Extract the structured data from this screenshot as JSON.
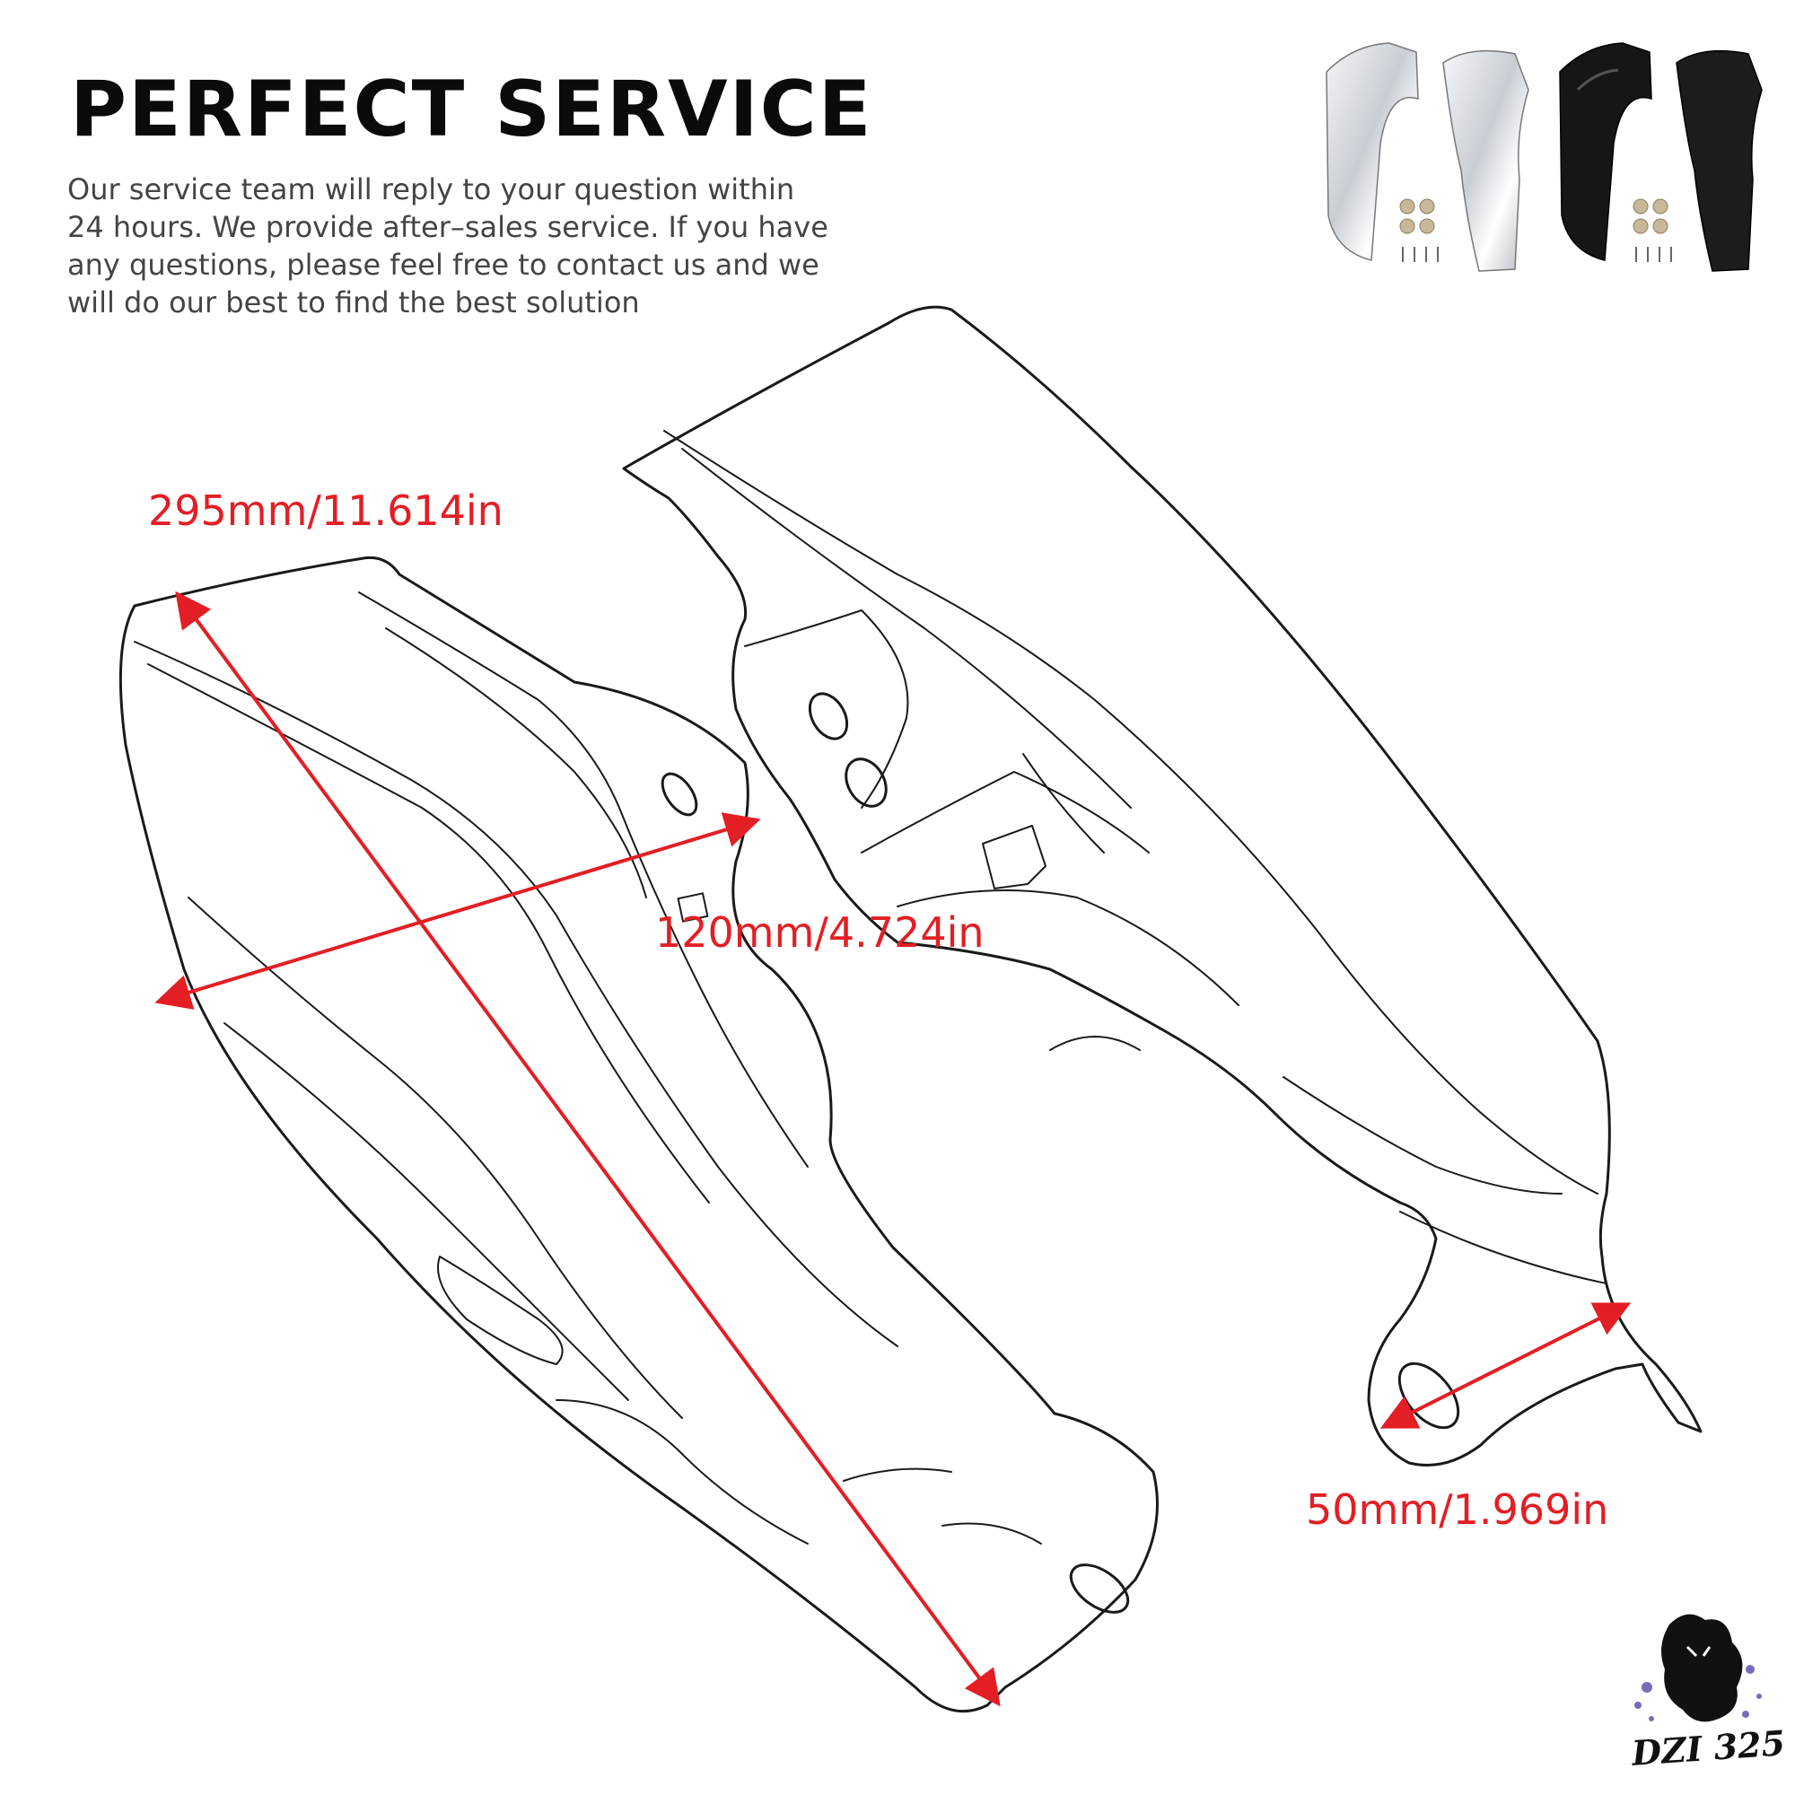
{
  "header": {
    "title": "PERFECT SERVICE",
    "description": "Our service team will  reply to your question  within 24 hours. We provide after–sales service. If you  have any questions, please feel free to  contact us  and we  will do our best to find the best solution"
  },
  "dimensions": {
    "length": "295mm/11.614in",
    "width": "120mm/4.724in",
    "mount": "50mm/1.969in"
  },
  "colors": {
    "accent": "#e31e24",
    "outline": "#1a1a1a",
    "chrome_variant": "#d9dde2",
    "black_variant": "#161616"
  },
  "thumbnails": {
    "variants": [
      "chrome",
      "black"
    ]
  },
  "logo": {
    "text": "DZI 325"
  }
}
